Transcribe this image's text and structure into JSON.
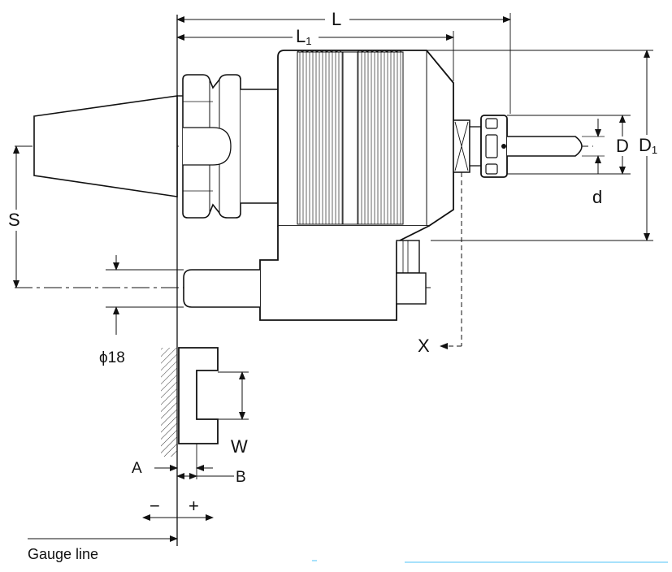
{
  "labels": {
    "L": "L",
    "L1_main": "L",
    "L1_sub": "1",
    "D": "D",
    "D1_main": "D",
    "D1_sub": "1",
    "d": "d",
    "S": "S",
    "phi18": "ϕ18",
    "X": "X",
    "W": "W",
    "A": "A",
    "B": "B",
    "minus": "−",
    "plus": "+",
    "gauge_line": "Gauge line"
  },
  "colors": {
    "ink": "#111111",
    "body_fill": "#ffffff",
    "shade": "#cfcfcf",
    "accent_line": "#4fc3f7"
  }
}
